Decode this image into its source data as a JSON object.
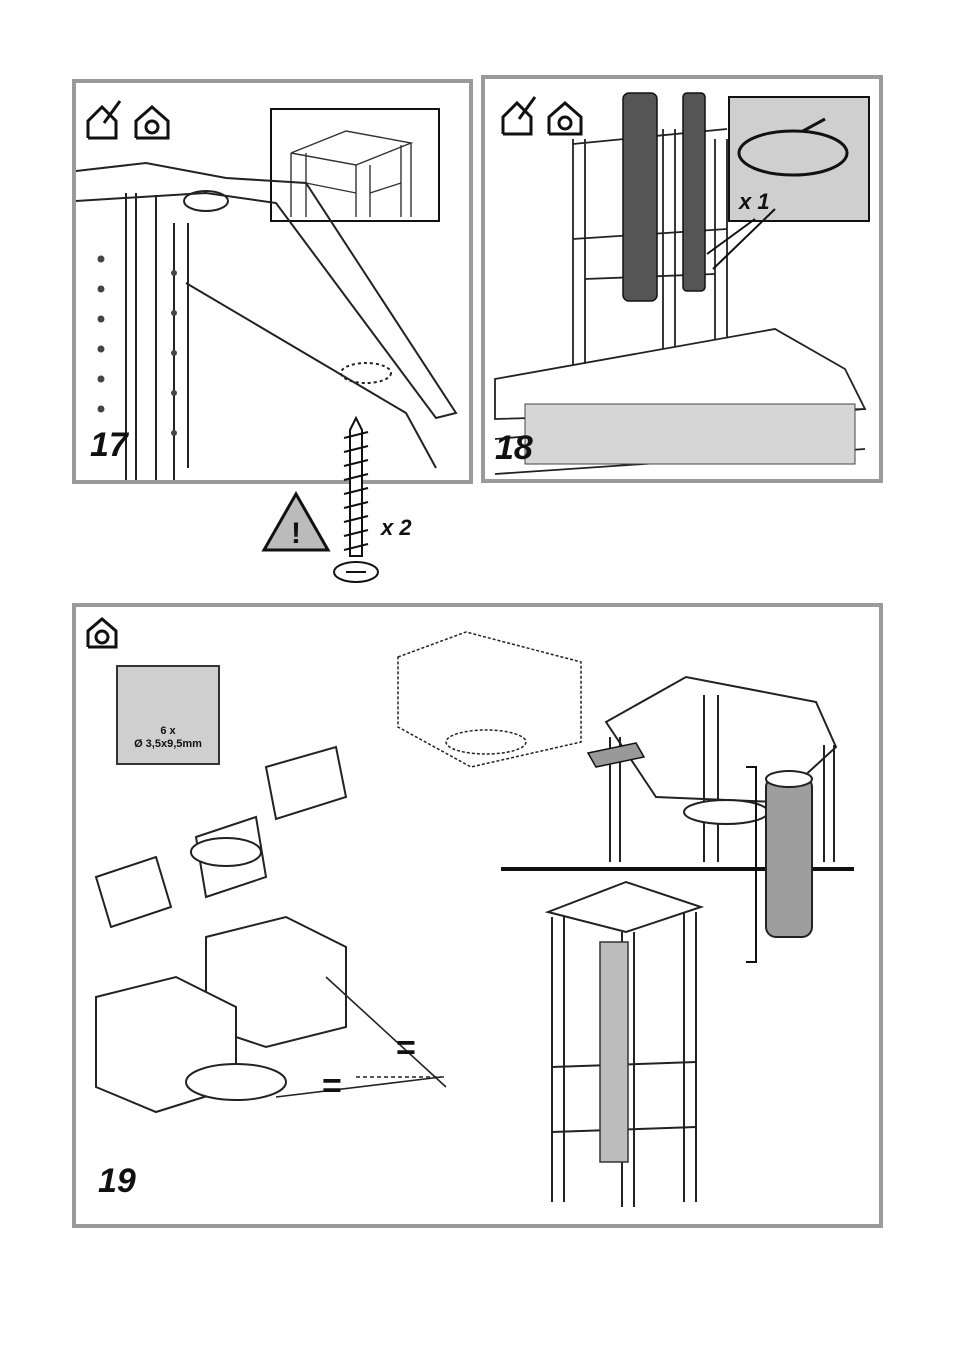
{
  "steps": {
    "step17": {
      "number": "17",
      "screw_qty": "x 2"
    },
    "step18": {
      "number": "18",
      "clamp_qty": "x 1"
    },
    "step19": {
      "number": "19",
      "screw_spec_qty": "6 x",
      "screw_spec_size": "Ø 3,5x9,5mm",
      "equal_mark_1": "=",
      "equal_mark_2": "="
    }
  },
  "icons": {
    "step17": [
      "duct-out-icon",
      "recirculation-icon"
    ],
    "step18": [
      "duct-out-icon",
      "recirculation-icon"
    ],
    "step19": [
      "recirculation-icon"
    ]
  },
  "colors": {
    "border": "#9a9a9a",
    "box_fill": "#cfcfcf",
    "ink": "#111111"
  }
}
